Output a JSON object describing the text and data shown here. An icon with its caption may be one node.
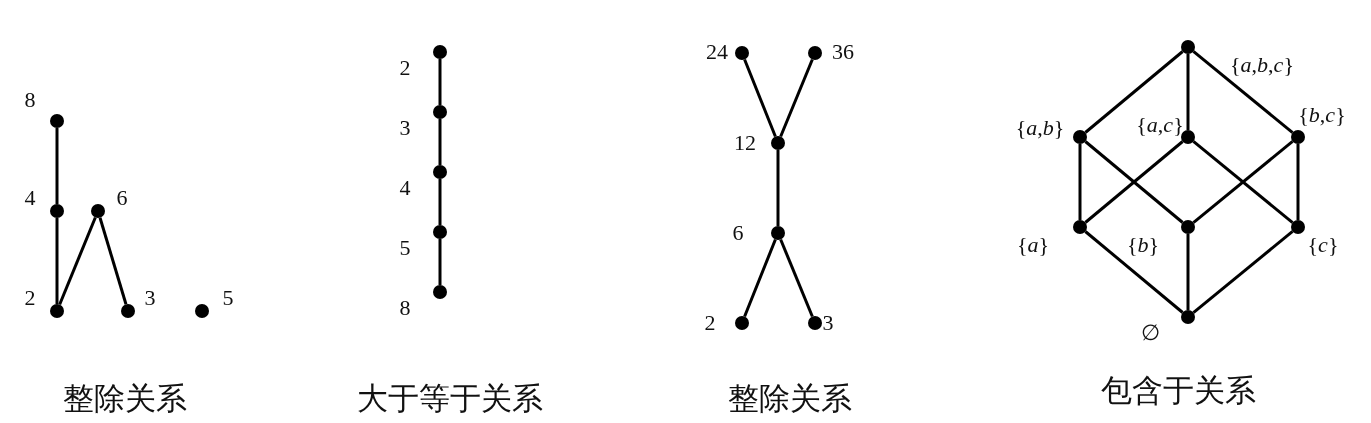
{
  "diagram": {
    "nodes": [
      {
        "text": [],
        "shape": "circle",
        "beside": [
          "8"
        ]
      },
      {
        "text": [],
        "shape": "circle",
        "beside": [
          "4"
        ]
      },
      {
        "text": [],
        "shape": "circle",
        "beside": [
          "6"
        ]
      },
      {
        "text": [],
        "shape": "circle",
        "beside": [
          "2"
        ]
      },
      {
        "text": [],
        "shape": "circle",
        "beside": [
          "3"
        ]
      },
      {
        "text": [],
        "shape": "circle",
        "beside": [
          "5"
        ]
      },
      {
        "text": [],
        "shape": "circle",
        "beside": [
          "2"
        ]
      },
      {
        "text": [],
        "shape": "circle",
        "beside": [
          "3"
        ]
      },
      {
        "text": [],
        "shape": "circle",
        "beside": [
          "4"
        ]
      },
      {
        "text": [],
        "shape": "circle",
        "beside": [
          "5"
        ]
      },
      {
        "text": [],
        "shape": "circle",
        "beside": [
          "8"
        ]
      },
      {
        "text": [],
        "shape": "circle",
        "beside": [
          "24"
        ]
      },
      {
        "text": [],
        "shape": "circle",
        "beside": [
          "36"
        ]
      },
      {
        "text": [],
        "shape": "circle",
        "beside": [
          "12"
        ]
      },
      {
        "text": [],
        "shape": "circle",
        "beside": [
          "6"
        ]
      },
      {
        "text": [],
        "shape": "circle",
        "beside": [
          "2"
        ]
      },
      {
        "text": [],
        "shape": "circle",
        "beside": [
          "3"
        ]
      },
      {
        "text": [],
        "shape": "circle",
        "beside": [
          "{*a*,*b*,*c*}"
        ]
      },
      {
        "text": [],
        "shape": "circle",
        "beside": [
          "{*a*,*b*}"
        ]
      },
      {
        "text": [],
        "shape": "circle",
        "beside": [
          "{*a*,*c*}"
        ]
      },
      {
        "text": [],
        "shape": "circle",
        "beside": [
          "{*b*,*c*}"
        ]
      },
      {
        "text": [],
        "shape": "circle",
        "beside": [
          "{*a*}"
        ]
      },
      {
        "text": [],
        "shape": "circle",
        "beside": [
          "{*b*}"
        ]
      },
      {
        "text": [],
        "shape": "circle",
        "beside": [
          "{*c*}"
        ]
      },
      {
        "text": [],
        "shape": "circle",
        "beside": [
          "∅"
        ]
      }
    ],
    "edges": [
      {
        "from": 0,
        "to": 1,
        "arrow": "none"
      },
      {
        "from": 1,
        "to": 3,
        "arrow": "none"
      },
      {
        "from": 3,
        "to": 2,
        "arrow": "none"
      },
      {
        "from": 2,
        "to": 4,
        "arrow": "none"
      },
      {
        "from": 6,
        "to": 7,
        "arrow": "none"
      },
      {
        "from": 7,
        "to": 8,
        "arrow": "none"
      },
      {
        "from": 8,
        "to": 9,
        "arrow": "none"
      },
      {
        "from": 9,
        "to": 10,
        "arrow": "none"
      },
      {
        "from": 11,
        "to": 13,
        "arrow": "none"
      },
      {
        "from": 12,
        "to": 13,
        "arrow": "none"
      },
      {
        "from": 13,
        "to": 14,
        "arrow": "none"
      },
      {
        "from": 14,
        "to": 15,
        "arrow": "none"
      },
      {
        "from": 14,
        "to": 16,
        "arrow": "none"
      },
      {
        "from": 17,
        "to": 18,
        "arrow": "none"
      },
      {
        "from": 17,
        "to": 19,
        "arrow": "none"
      },
      {
        "from": 17,
        "to": 20,
        "arrow": "none"
      },
      {
        "from": 18,
        "to": 21,
        "arrow": "none"
      },
      {
        "from": 18,
        "to": 22,
        "arrow": "none"
      },
      {
        "from": 19,
        "to": 21,
        "arrow": "none"
      },
      {
        "from": 19,
        "to": 23,
        "arrow": "none"
      },
      {
        "from": 20,
        "to": 22,
        "arrow": "none"
      },
      {
        "from": 20,
        "to": 23,
        "arrow": "none"
      },
      {
        "from": 21,
        "to": 24,
        "arrow": "none"
      },
      {
        "from": 22,
        "to": 24,
        "arrow": "none"
      },
      {
        "from": 23,
        "to": 24,
        "arrow": "none"
      }
    ],
    "labels": [
      "整除关系",
      "大于等于关系",
      "整除关系",
      "包含于关系"
    ]
  }
}
